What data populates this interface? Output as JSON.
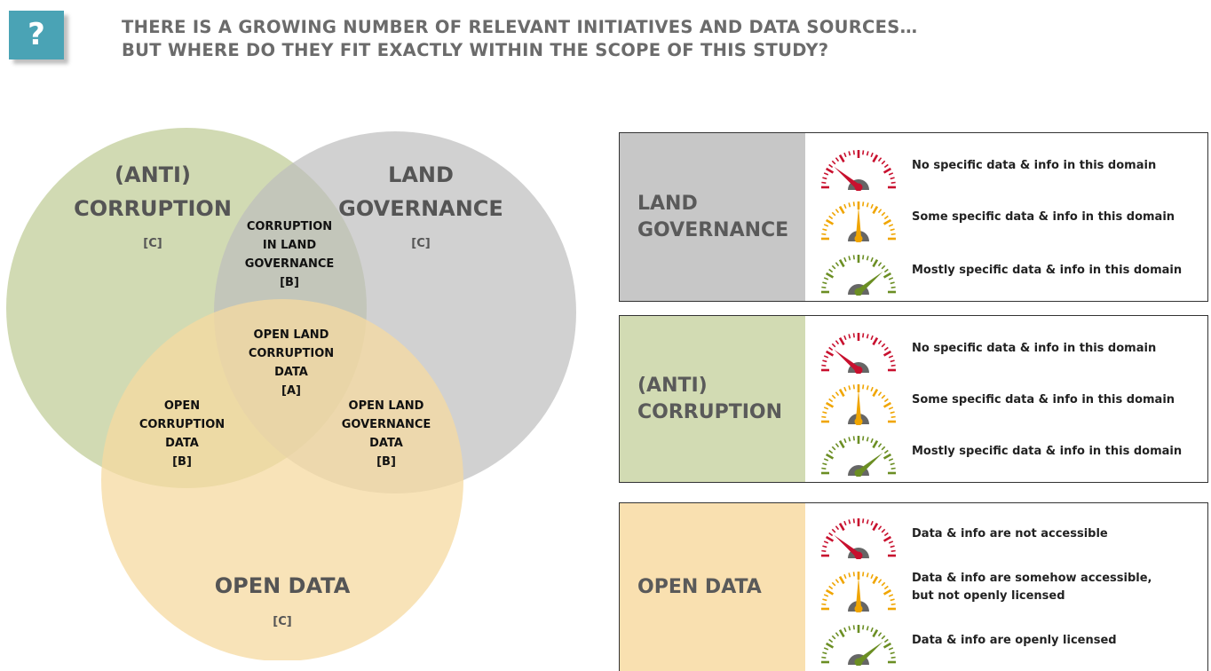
{
  "header": {
    "badge_symbol": "?",
    "badge_color": "#4aa3b5",
    "line1": "THERE IS A GROWING NUMBER OF RELEVANT INITIATIVES AND DATA SOURCES…",
    "line2": "BUT WHERE DO THEY FIT EXACTLY WITHIN THE SCOPE OF THIS STUDY?"
  },
  "venn": {
    "colors": {
      "corruption": "#c9d4a6",
      "land": "#c7c7c7",
      "open": "#f6d9a0"
    },
    "corruption": {
      "line1": "(ANTI)",
      "line2": "CORRUPTION",
      "code": "[C]"
    },
    "land": {
      "line1": "LAND",
      "line2": "GOVERNANCE",
      "code": "[C]"
    },
    "open": {
      "line1": "OPEN DATA",
      "code": "[C]"
    },
    "corruption_land": {
      "line1": "CORRUPTION",
      "line2": "IN LAND",
      "line3": "GOVERNANCE",
      "code": "[B]"
    },
    "center": {
      "line1": "OPEN LAND",
      "line2": "CORRUPTION",
      "line3": "DATA",
      "code": "[A]"
    },
    "open_corruption": {
      "line1": "OPEN",
      "line2": "CORRUPTION",
      "line3": "DATA",
      "code": "[B]"
    },
    "open_land": {
      "line1": "OPEN LAND",
      "line2": "GOVERNANCE",
      "line3": "DATA",
      "code": "[B]"
    }
  },
  "panels": [
    {
      "line1": "LAND",
      "line2": "GOVERNANCE",
      "bg": "#c7c7c7",
      "rows": [
        {
          "level": "low",
          "line1": "No specific data & info in this domain"
        },
        {
          "level": "mid",
          "line1": "Some specific data & info in this domain"
        },
        {
          "level": "high",
          "line1": "Mostly specific data & info in this domain"
        }
      ]
    },
    {
      "line1": "(ANTI)",
      "line2": "CORRUPTION",
      "bg": "#d2dbb3",
      "rows": [
        {
          "level": "low",
          "line1": "No specific data & info in this domain"
        },
        {
          "level": "mid",
          "line1": "Some specific data & info in this domain"
        },
        {
          "level": "high",
          "line1": "Mostly specific data & info in this domain"
        }
      ]
    },
    {
      "line1": "OPEN DATA",
      "line2": "",
      "bg": "#f9e0b0",
      "rows": [
        {
          "level": "low",
          "line1": "Data & info are not accessible"
        },
        {
          "level": "mid",
          "line1": "Data & info are somehow accessible,",
          "line2": "but not openly licensed"
        },
        {
          "level": "high",
          "line1": "Data & info are openly licensed"
        }
      ]
    }
  ],
  "gauge_colors": {
    "low": "#c8102e",
    "mid": "#f0a500",
    "high": "#6b8e23",
    "base": "#666666"
  }
}
